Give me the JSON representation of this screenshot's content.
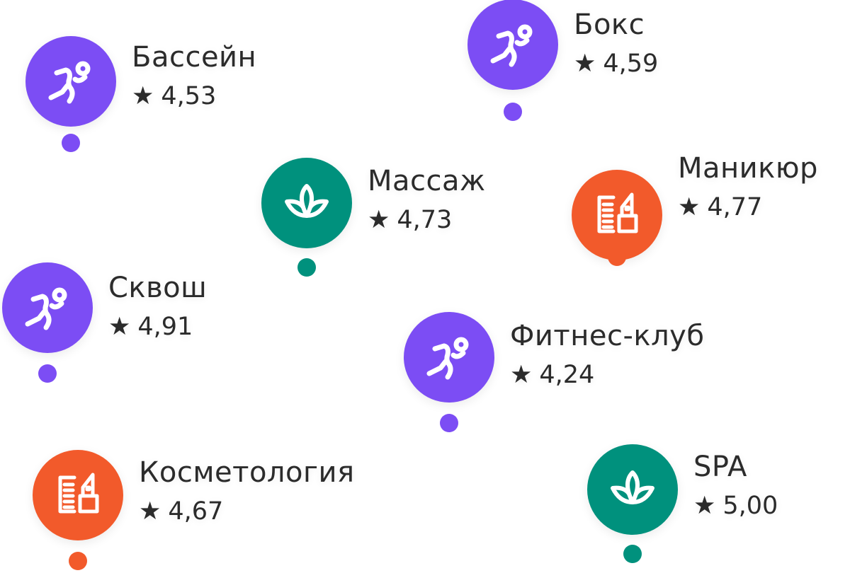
{
  "colors": {
    "sport": "#7C4DF4",
    "spa": "#00917D",
    "beauty": "#F25A2B",
    "text": "#2b2b2b"
  },
  "star_icon": "★",
  "places": [
    {
      "name": "Бассейн",
      "rating": "4,53",
      "category": "sport",
      "icon": "runner-icon"
    },
    {
      "name": "Бокс",
      "rating": "4,59",
      "category": "sport",
      "icon": "runner-icon"
    },
    {
      "name": "Массаж",
      "rating": "4,73",
      "category": "spa",
      "icon": "lotus-icon"
    },
    {
      "name": "Маникюр",
      "rating": "4,77",
      "category": "beauty",
      "icon": "comb-lipstick-icon"
    },
    {
      "name": "Сквош",
      "rating": "4,91",
      "category": "sport",
      "icon": "runner-icon"
    },
    {
      "name": "Фитнес-клуб",
      "rating": "4,24",
      "category": "sport",
      "icon": "runner-icon"
    },
    {
      "name": "Косметология",
      "rating": "4,67",
      "category": "beauty",
      "icon": "comb-lipstick-icon"
    },
    {
      "name": "SPA",
      "rating": "5,00",
      "category": "spa",
      "icon": "lotus-icon"
    }
  ]
}
